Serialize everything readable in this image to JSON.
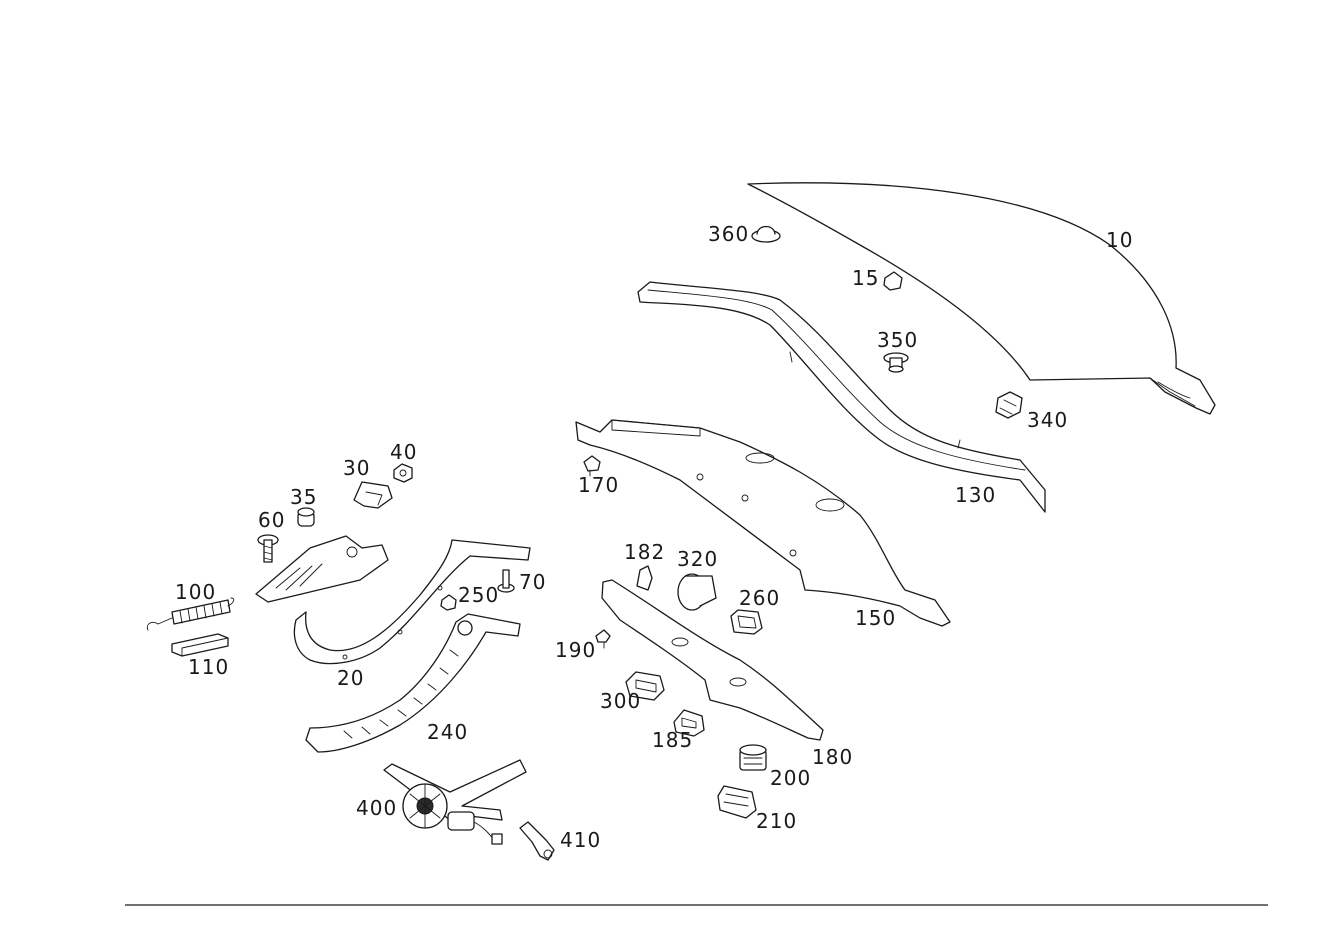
{
  "callouts": [
    {
      "id": "10",
      "text": "10"
    },
    {
      "id": "15",
      "text": "15"
    },
    {
      "id": "20",
      "text": "20"
    },
    {
      "id": "30",
      "text": "30"
    },
    {
      "id": "35",
      "text": "35"
    },
    {
      "id": "40",
      "text": "40"
    },
    {
      "id": "60",
      "text": "60"
    },
    {
      "id": "70",
      "text": "70"
    },
    {
      "id": "100",
      "text": "100"
    },
    {
      "id": "110",
      "text": "110"
    },
    {
      "id": "130",
      "text": "130"
    },
    {
      "id": "150",
      "text": "150"
    },
    {
      "id": "170",
      "text": "170"
    },
    {
      "id": "180",
      "text": "180"
    },
    {
      "id": "182",
      "text": "182"
    },
    {
      "id": "185",
      "text": "185"
    },
    {
      "id": "190",
      "text": "190"
    },
    {
      "id": "200",
      "text": "200"
    },
    {
      "id": "210",
      "text": "210"
    },
    {
      "id": "240",
      "text": "240"
    },
    {
      "id": "250",
      "text": "250"
    },
    {
      "id": "260",
      "text": "260"
    },
    {
      "id": "300",
      "text": "300"
    },
    {
      "id": "320",
      "text": "320"
    },
    {
      "id": "340",
      "text": "340"
    },
    {
      "id": "350",
      "text": "350"
    },
    {
      "id": "360",
      "text": "360"
    },
    {
      "id": "400",
      "text": "400"
    },
    {
      "id": "410",
      "text": "410"
    }
  ]
}
